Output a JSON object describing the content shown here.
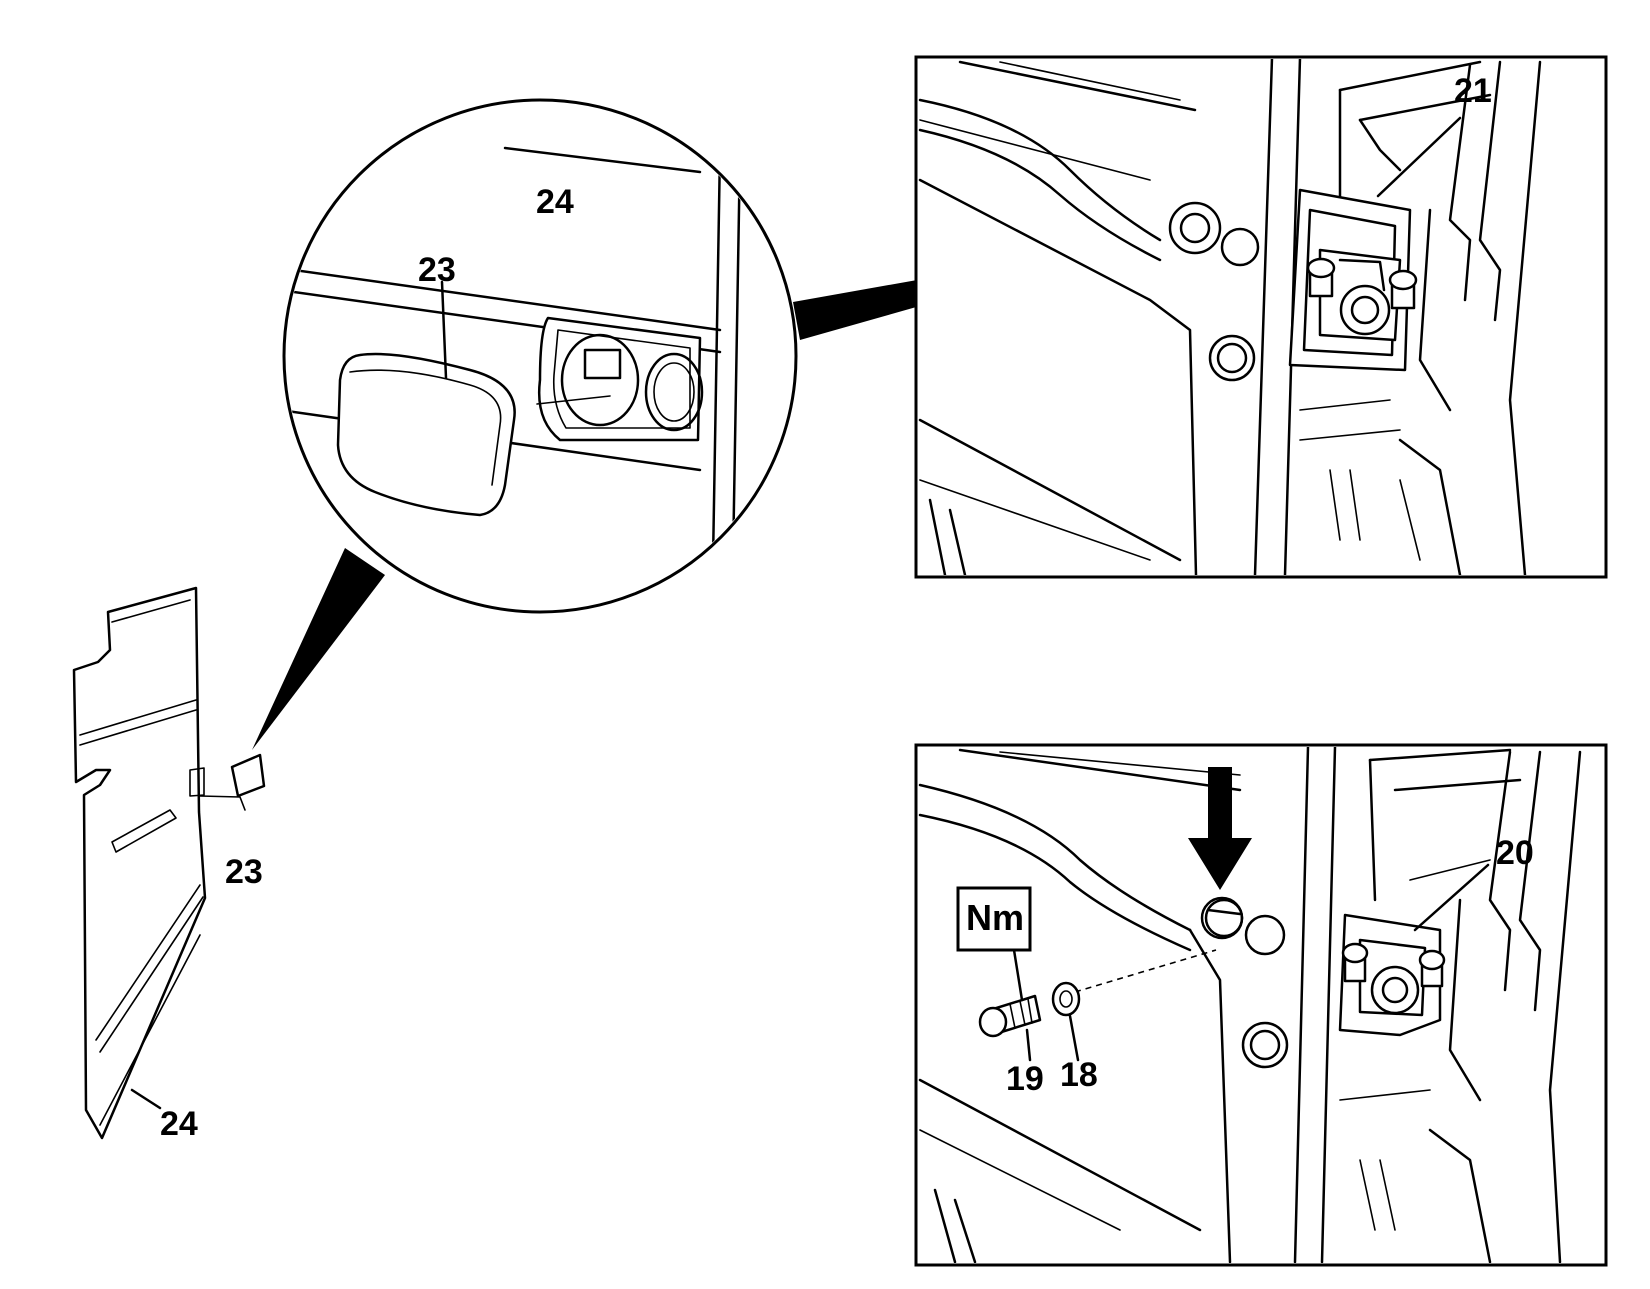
{
  "diagram": {
    "labels": {
      "trim_panel": "24",
      "cap": "23",
      "detail_panel": "24",
      "detail_cap": "23",
      "hinge_top": "21",
      "hinge_bottom": "20",
      "bolt": "19",
      "washer": "18",
      "torque": "Nm"
    }
  }
}
